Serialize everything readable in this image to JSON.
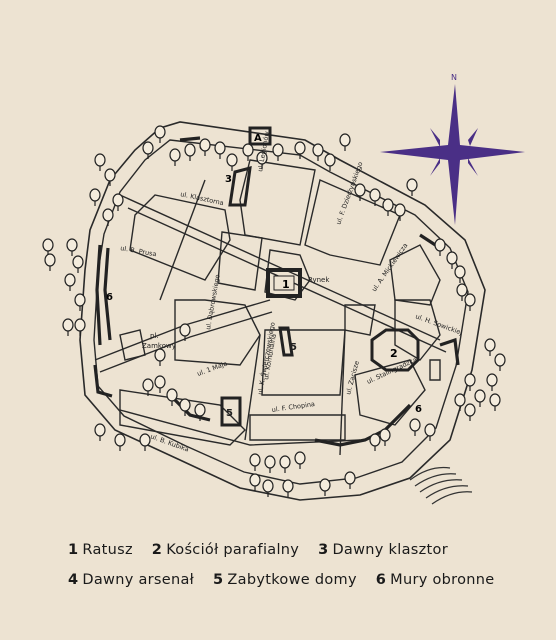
{
  "map": {
    "north_label": "N",
    "compass_color": "#4a2f86",
    "rynek": "Rynek",
    "markers": {
      "ratusz": "1",
      "kosciol": "2",
      "klasztor": "3",
      "arsenal": "A",
      "arsenal_num": "5",
      "domy": "5",
      "mury_nw": "6",
      "mury_w": "6",
      "mury_s": "6",
      "mury_se": "6"
    },
    "streets": {
      "klasztorna": "ul. Klasztorna",
      "legionow": "ul. Legionów",
      "dzierzynskiego": "ul. F. Dzierżyńskiego",
      "mickiewicza": "ul. A. Mickiewicza",
      "prusa": "ul. B. Prusa",
      "dabrowskiego": "ul. Dąbrowskiego",
      "swierczewskiego": "ul. K. Świerczewskiego",
      "sowickiej": "ul. H. Sowickiej",
      "pl_zamkowy_1": "pl.",
      "pl_zamkowy_2": "Zamkowy",
      "maja": "ul. 1 Maja",
      "komunalna": "ul. Komunalna",
      "stalingradzka": "ul. Stalingradzka",
      "zacisze": "ul. Zacisze",
      "chopina": "ul. F. Chopina",
      "kubika": "ul. B. Kubika"
    }
  },
  "legend": [
    [
      {
        "num": "1",
        "label": "Ratusz"
      },
      {
        "num": "2",
        "label": "Kościół parafialny"
      },
      {
        "num": "3",
        "label": "Dawny klasztor"
      }
    ],
    [
      {
        "num": "4",
        "label": "Dawny arsenał"
      },
      {
        "num": "5",
        "label": "Zabytkowe domy"
      },
      {
        "num": "6",
        "label": "Mury obronne"
      }
    ]
  ]
}
